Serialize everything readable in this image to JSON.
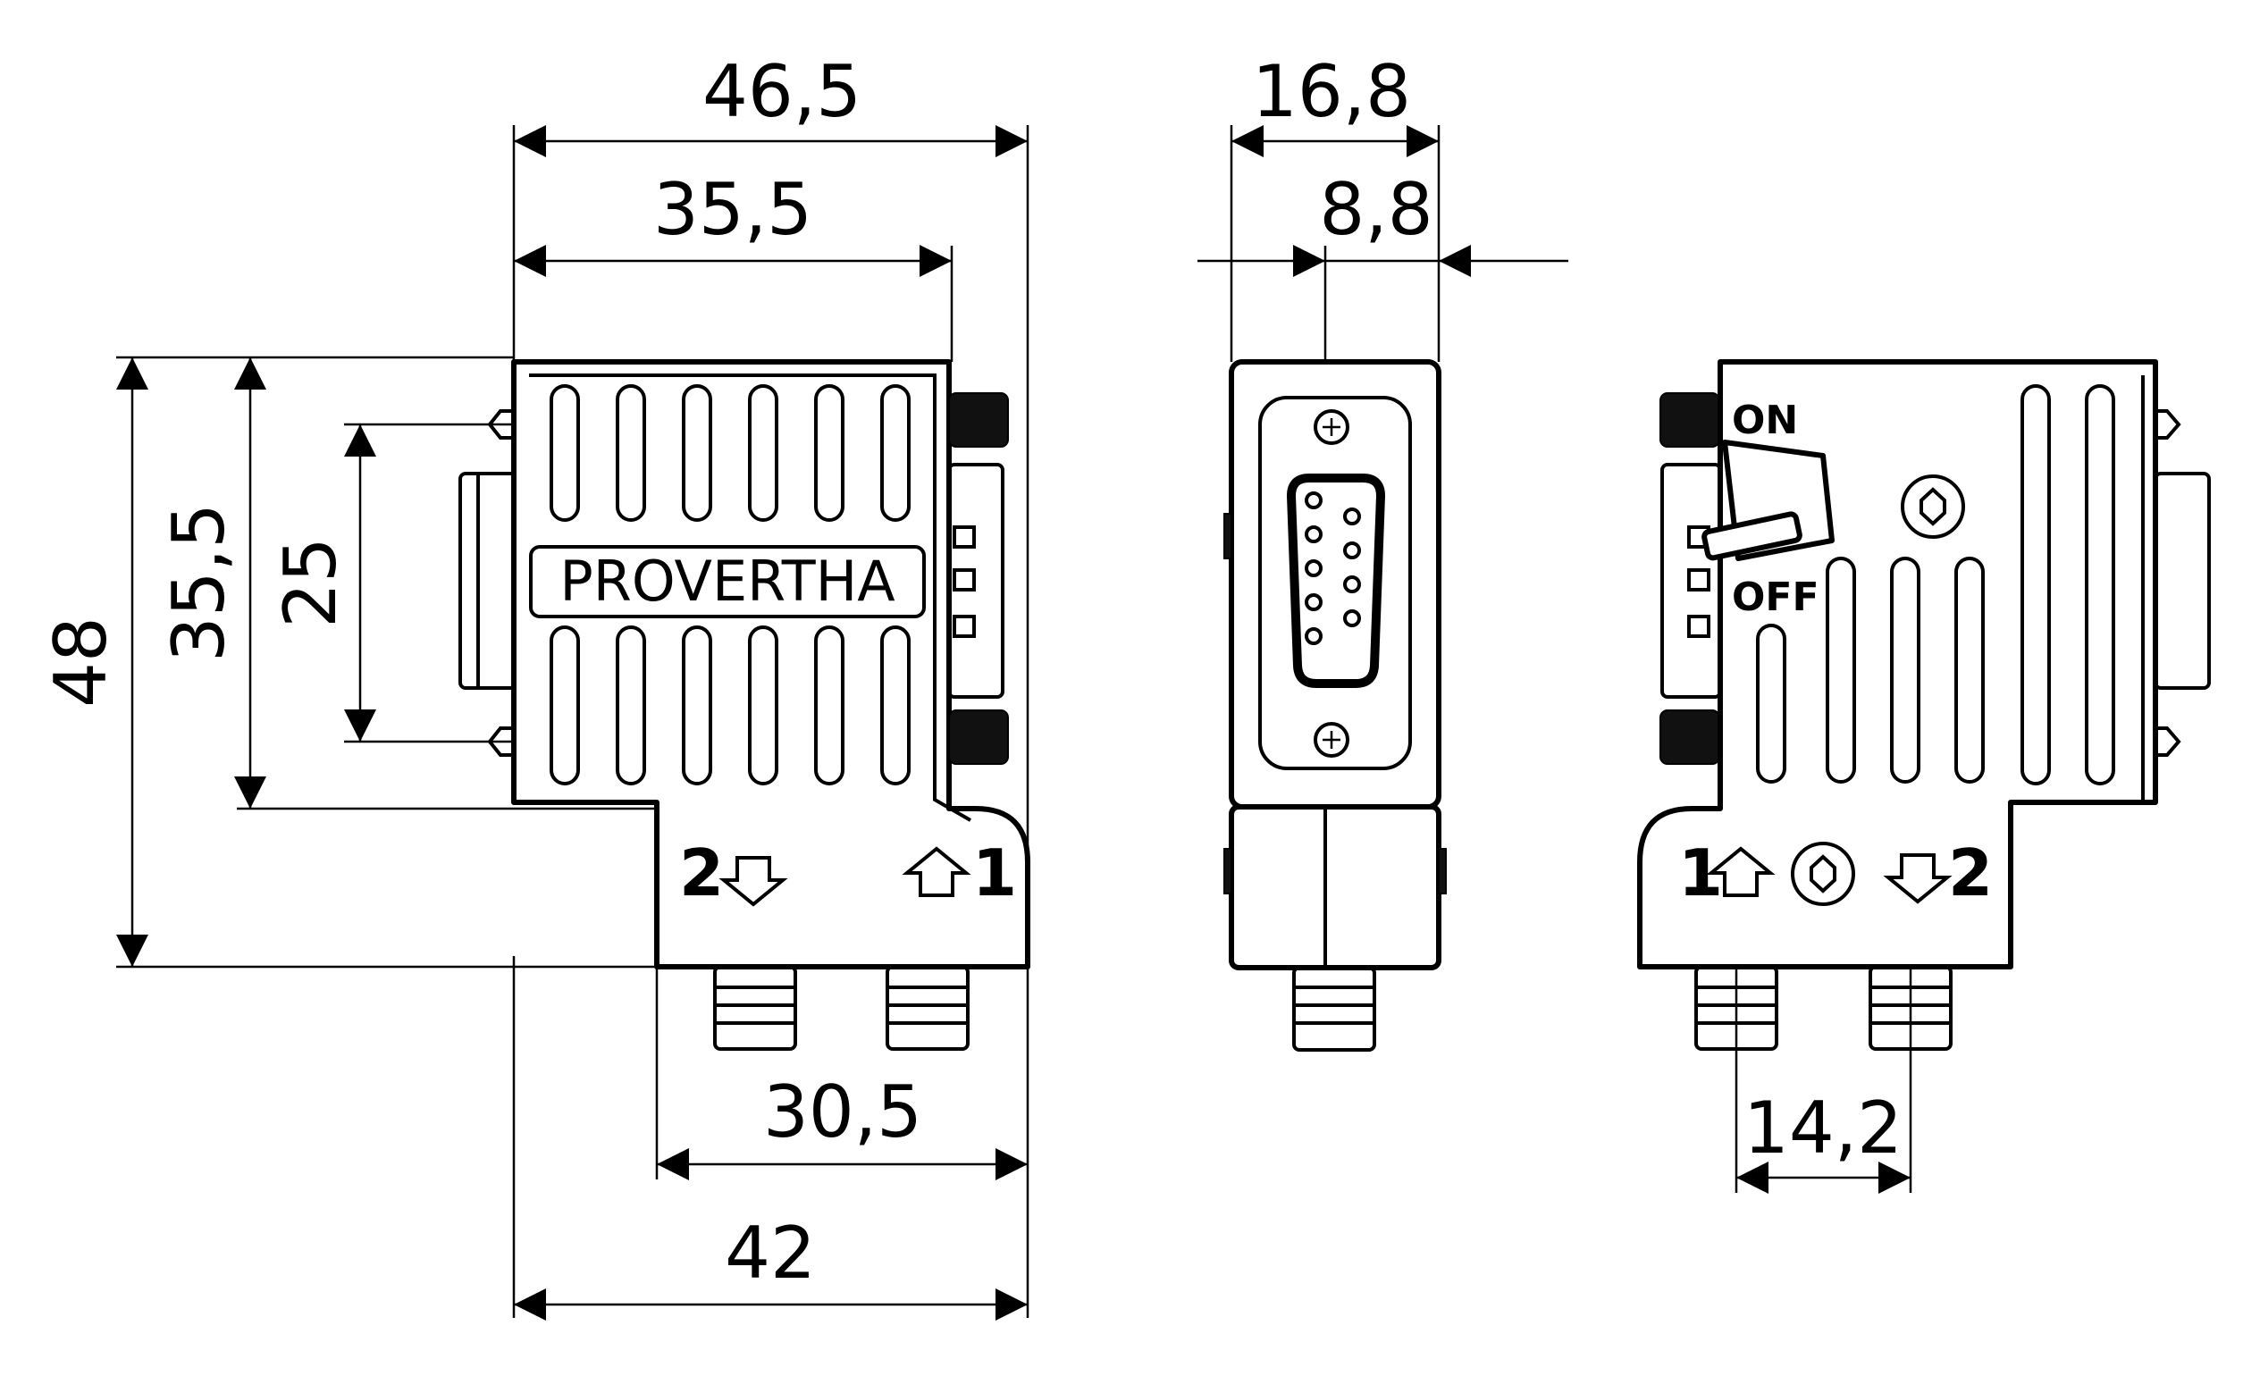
{
  "dimensions": {
    "overall_width": "46,5",
    "body_width": "35,5",
    "side_depth": "16,8",
    "side_inner": "8,8",
    "overall_height": "48",
    "body_height": "35,5",
    "screw_spacing": "25",
    "cable_span": "30,5",
    "base_width": "42",
    "cable_pitch": "14,2"
  },
  "labels": {
    "brand": "PROVERTHA",
    "port_2_front": "2",
    "port_1_front": "1",
    "port_1_rear": "1",
    "port_2_rear": "2",
    "switch_on": "ON",
    "switch_off": "OFF"
  }
}
